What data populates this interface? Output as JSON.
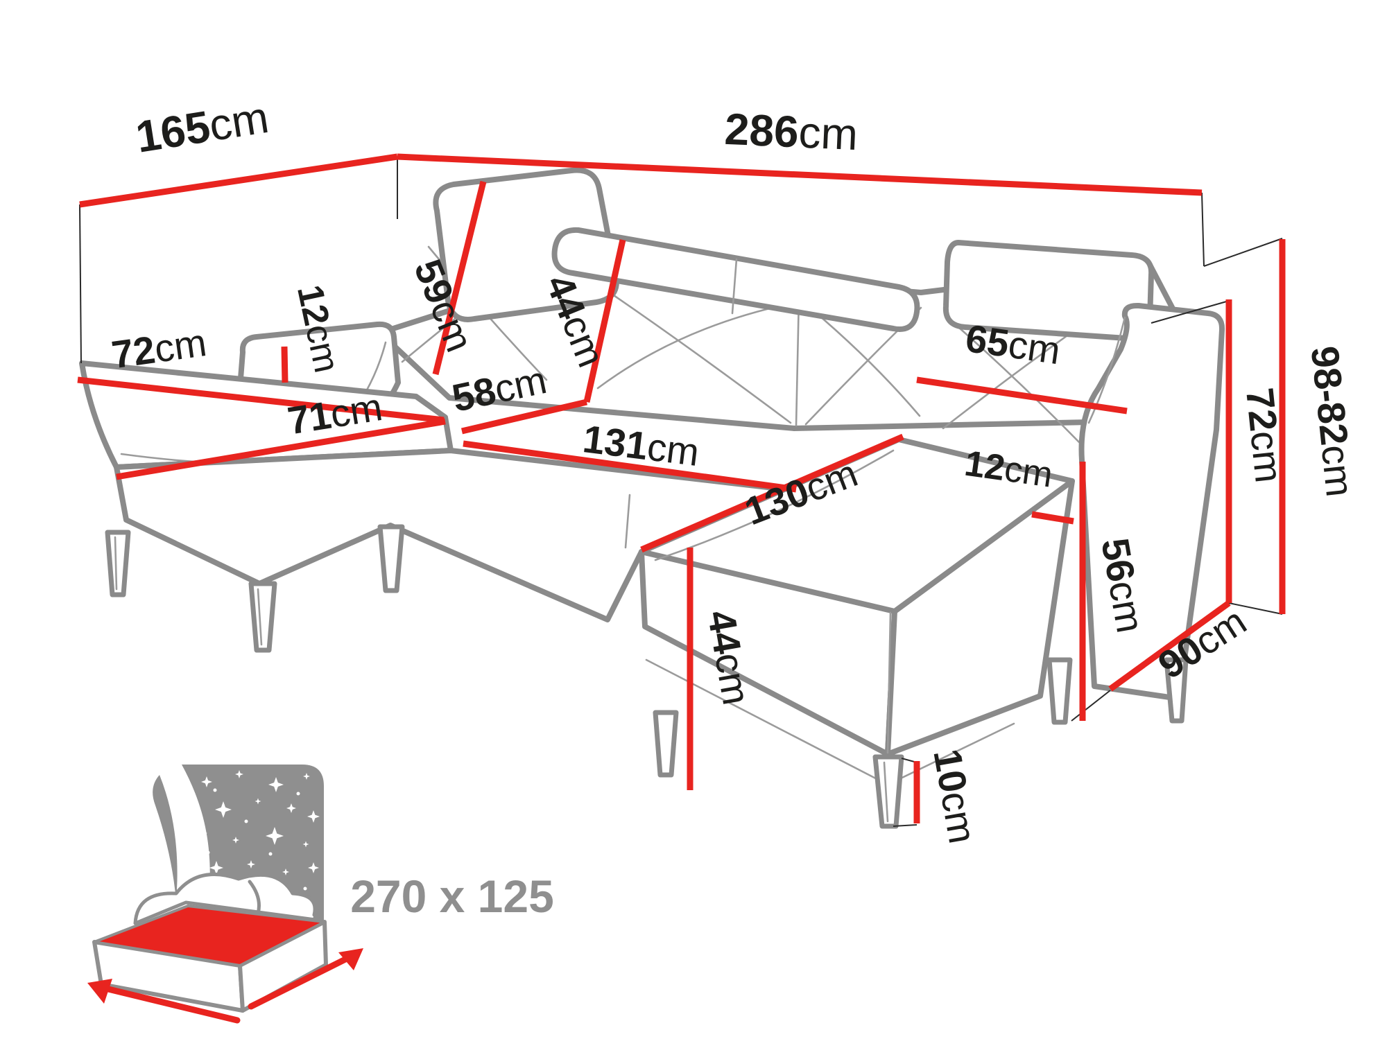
{
  "title": "U-shaped corner sofa dimensions diagram",
  "colors": {
    "dimension_line_red": "#e8241f",
    "sofa_outline_gray": "#8a8a8a",
    "label_black": "#1d1d1b",
    "icon_gray": "#8f8f8f"
  },
  "dimensions": {
    "back_width_left": {
      "value": "165",
      "unit": "cm"
    },
    "back_width_total": {
      "value": "286",
      "unit": "cm"
    },
    "backrest_diagonal_left": {
      "value": "59",
      "unit": "cm"
    },
    "backrest_height": {
      "value": "44",
      "unit": "cm"
    },
    "armrest_left_width": {
      "value": "12",
      "unit": "cm"
    },
    "backrest_section_right": {
      "value": "65",
      "unit": "cm"
    },
    "seat_depth": {
      "value": "58",
      "unit": "cm"
    },
    "chaise_left_inner_length": {
      "value": "71",
      "unit": "cm"
    },
    "chaise_left_width": {
      "value": "72",
      "unit": "cm"
    },
    "seat_middle_width": {
      "value": "131",
      "unit": "cm"
    },
    "chaise_right_length": {
      "value": "130",
      "unit": "cm"
    },
    "armrest_right_width": {
      "value": "12",
      "unit": "cm"
    },
    "armrest_height": {
      "value": "56",
      "unit": "cm"
    },
    "seat_back_height": {
      "value": "72",
      "unit": "cm"
    },
    "total_height_range": {
      "value": "98-82",
      "unit": "cm"
    },
    "armrest_depth": {
      "value": "90",
      "unit": "cm"
    },
    "chaise_right_height": {
      "value": "44",
      "unit": "cm"
    },
    "leg_height": {
      "value": "10",
      "unit": "cm"
    }
  },
  "sleeping_area": {
    "label": "270 x 125"
  }
}
